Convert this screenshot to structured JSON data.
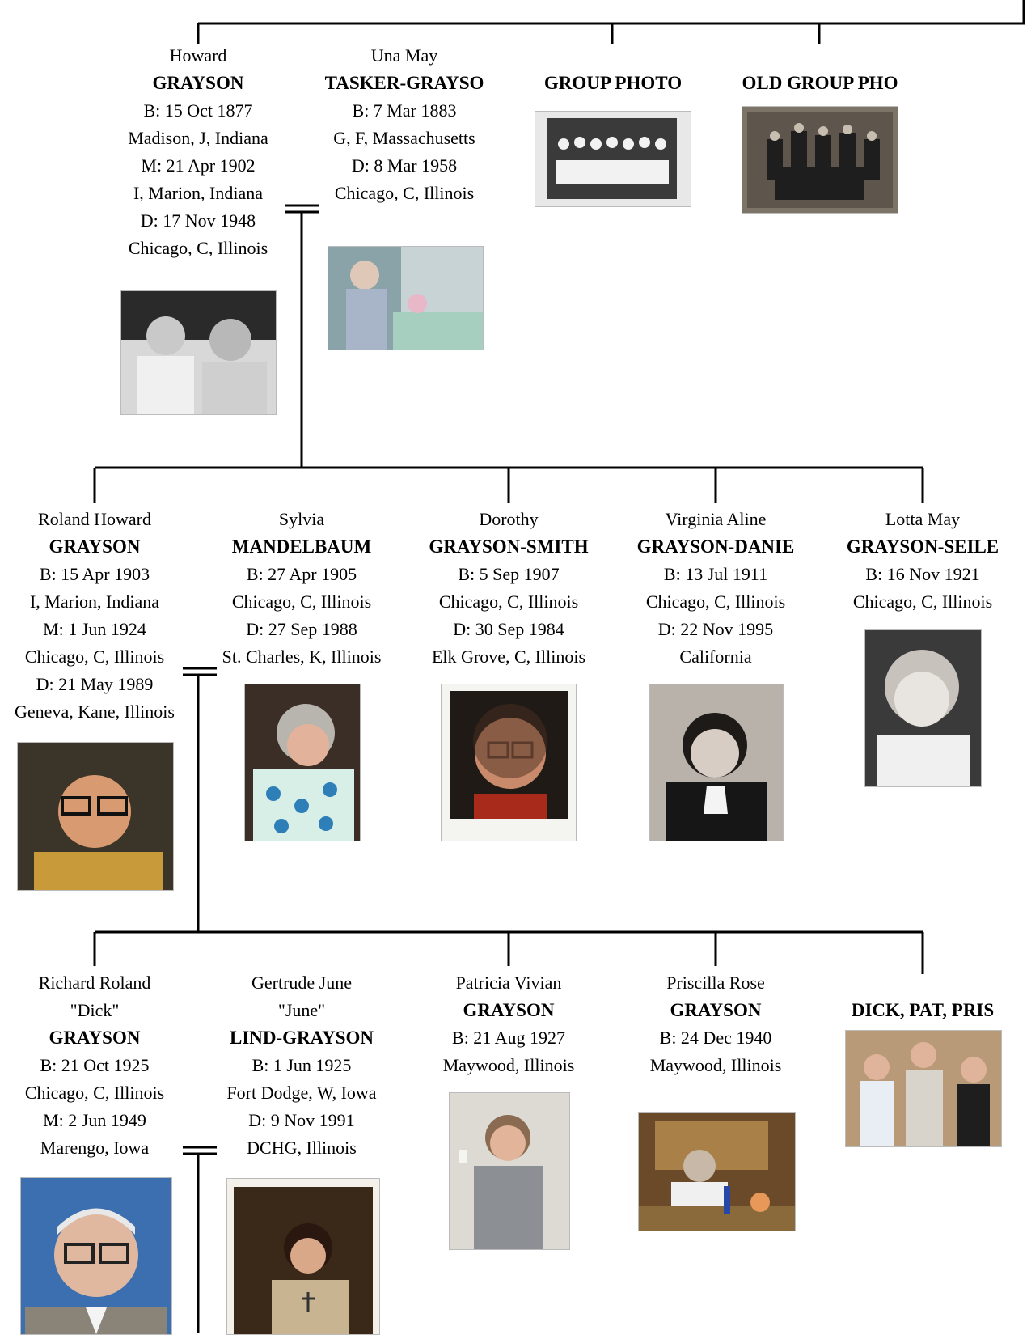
{
  "generation1": {
    "howard": {
      "given": "Howard",
      "surname": "GRAYSON",
      "lines": [
        "B: 15 Oct 1877",
        "Madison, J, Indiana",
        "M: 21 Apr 1902",
        "I, Marion, Indiana",
        "D: 17 Nov 1948",
        "Chicago, C, Illinois"
      ]
    },
    "una": {
      "given": "Una May",
      "surname": "TASKER-GRAYSO",
      "lines": [
        "B: 7 Mar 1883",
        "G, F, Massachusetts",
        "D: 8 Mar 1958",
        "Chicago, C, Illinois"
      ]
    },
    "group_photo": {
      "label": "GROUP PHOTO"
    },
    "old_group_photo": {
      "label": "OLD GROUP PHO"
    }
  },
  "generation2": {
    "roland": {
      "given": "Roland Howard",
      "surname": "GRAYSON",
      "lines": [
        "B: 15 Apr 1903",
        "I, Marion, Indiana",
        "M: 1 Jun 1924",
        "Chicago, C, Illinois",
        "D: 21 May 1989",
        "Geneva, Kane, Illinois"
      ]
    },
    "sylvia": {
      "given": "Sylvia",
      "surname": "MANDELBAUM",
      "lines": [
        "B: 27 Apr 1905",
        "Chicago, C, Illinois",
        "D: 27 Sep 1988",
        "St. Charles, K, Illinois"
      ]
    },
    "dorothy": {
      "given": "Dorothy",
      "surname": "GRAYSON-SMITH",
      "lines": [
        "B: 5 Sep 1907",
        "Chicago, C, Illinois",
        "D: 30 Sep 1984",
        "Elk Grove, C, Illinois"
      ]
    },
    "virginia": {
      "given": "Virginia Aline",
      "surname": "GRAYSON-DANIE",
      "lines": [
        "B: 13 Jul 1911",
        "Chicago, C, Illinois",
        "D: 22 Nov 1995",
        "California"
      ]
    },
    "lotta": {
      "given": "Lotta May",
      "surname": "GRAYSON-SEILE",
      "lines": [
        "B: 16 Nov 1921",
        "Chicago, C, Illinois"
      ]
    }
  },
  "generation3": {
    "richard": {
      "given": "Richard Roland",
      "nick": "\"Dick\"",
      "surname": "GRAYSON",
      "lines": [
        "B: 21 Oct 1925",
        "Chicago, C, Illinois",
        "M: 2 Jun 1949",
        "Marengo, Iowa"
      ]
    },
    "gertrude": {
      "given": "Gertrude June",
      "nick": "\"June\"",
      "surname": "LIND-GRAYSON",
      "lines": [
        "B: 1 Jun 1925",
        "Fort Dodge, W, Iowa",
        "D: 9 Nov 1991",
        "DCHG, Illinois"
      ]
    },
    "patricia": {
      "given": "Patricia Vivian",
      "surname": "GRAYSON",
      "lines": [
        "B: 21 Aug 1927",
        "Maywood, Illinois"
      ]
    },
    "priscilla": {
      "given": "Priscilla Rose",
      "surname": "GRAYSON",
      "lines": [
        "B: 24 Dec 1940",
        "Maywood, Illinois"
      ]
    },
    "dick_pat_pris": {
      "label": "DICK, PAT, PRIS"
    }
  }
}
